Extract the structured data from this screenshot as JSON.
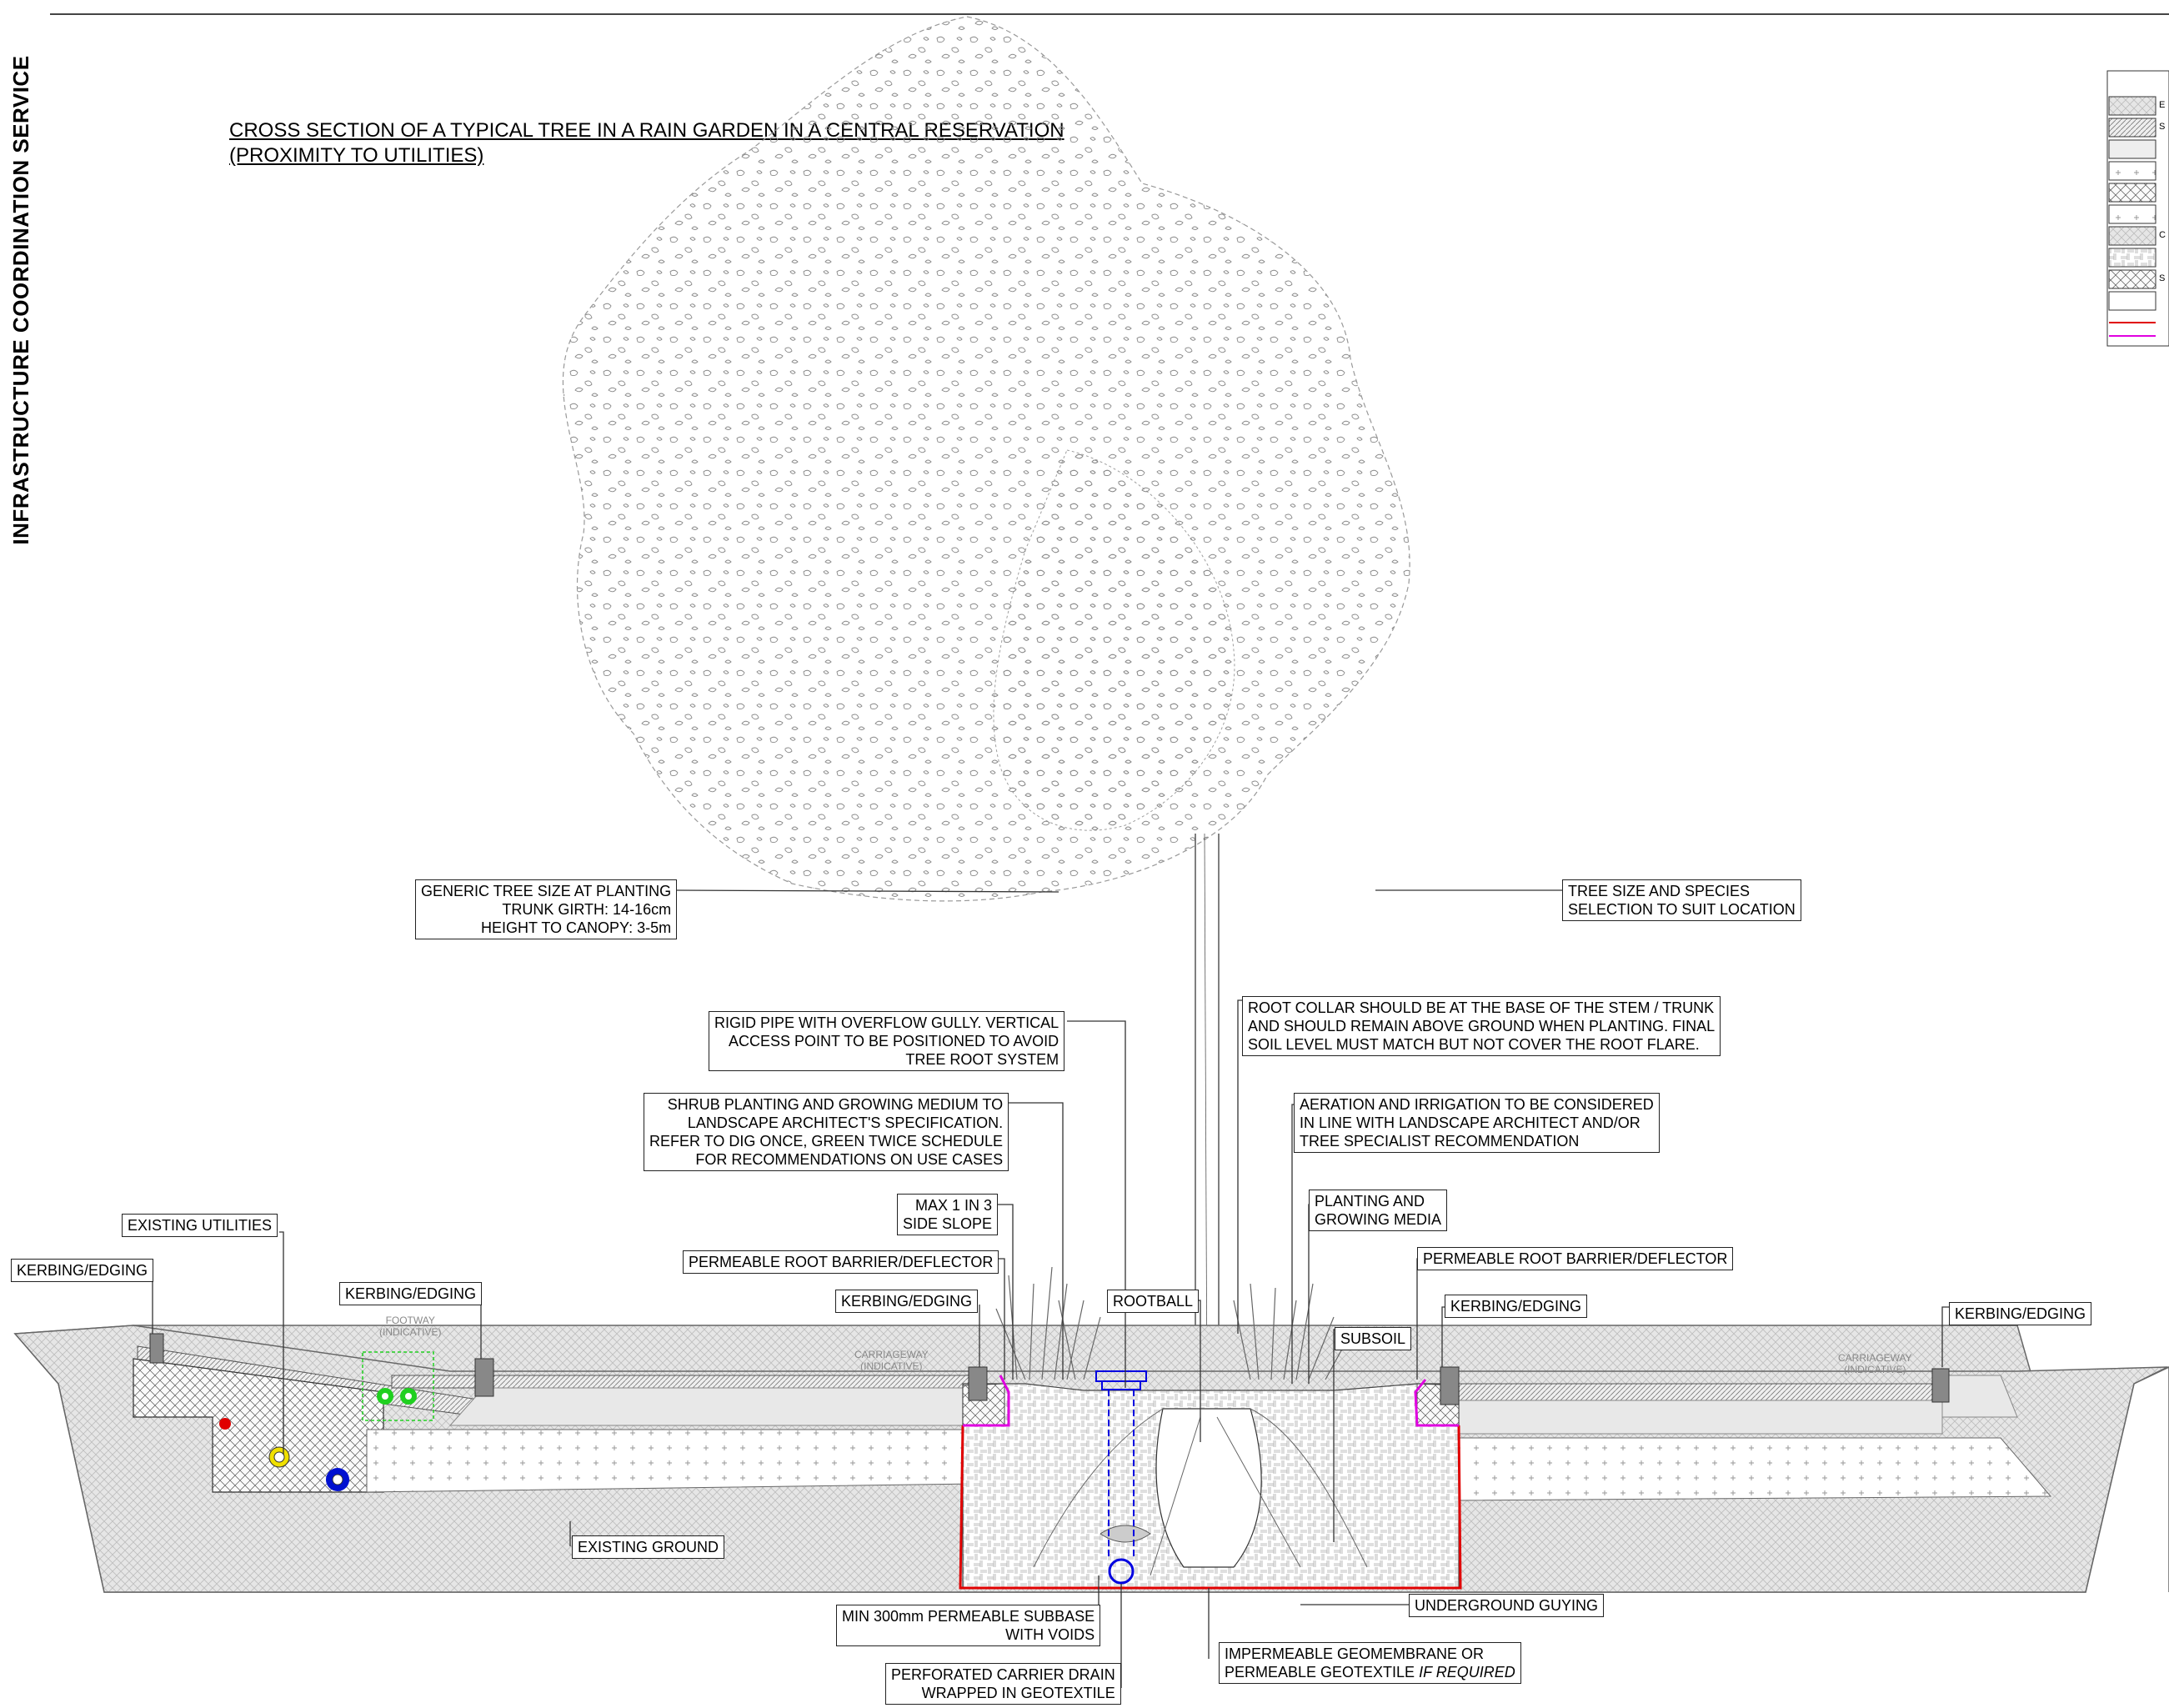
{
  "sheet_title": "INFRASTRUCTURE COORDINATION SERVICE",
  "title": {
    "line1": "CROSS SECTION OF A TYPICAL TREE IN A RAIN GARDEN IN A CENTRAL RESERVATION",
    "line2": "(PROXIMITY TO UTILITIES)"
  },
  "colors": {
    "root_barrier": "#e000e0",
    "geomembrane": "#e00000",
    "drain": "#0000e0",
    "utility_red": "#e00000",
    "utility_yellow": "#f0e000",
    "utility_blue": "#0010d0",
    "utility_green": "#20d020"
  },
  "labels": {
    "generic_tree": [
      "GENERIC TREE SIZE AT PLANTING",
      "TRUNK GIRTH: 14-16cm",
      "HEIGHT TO CANOPY: 3-5m"
    ],
    "tree_size": [
      "TREE SIZE AND SPECIES",
      "SELECTION TO SUIT LOCATION"
    ],
    "rigid_pipe": [
      "RIGID PIPE WITH OVERFLOW GULLY. VERTICAL",
      "ACCESS POINT TO BE POSITIONED TO AVOID",
      "TREE ROOT SYSTEM"
    ],
    "root_collar": [
      "ROOT COLLAR SHOULD BE AT THE BASE OF THE STEM / TRUNK",
      "AND SHOULD REMAIN ABOVE GROUND WHEN PLANTING. FINAL",
      "SOIL LEVEL MUST MATCH BUT NOT COVER THE ROOT FLARE."
    ],
    "shrub_planting": [
      "SHRUB PLANTING AND GROWING MEDIUM TO",
      "LANDSCAPE ARCHITECT'S SPECIFICATION.",
      "REFER TO DIG ONCE, GREEN TWICE SCHEDULE",
      "FOR RECOMMENDATIONS ON USE CASES"
    ],
    "aeration": [
      "AERATION AND IRRIGATION TO BE CONSIDERED",
      "IN LINE WITH LANDSCAPE ARCHITECT AND/OR",
      "TREE SPECIALIST RECOMMENDATION"
    ],
    "max_slope": [
      "MAX 1 IN 3",
      "SIDE SLOPE"
    ],
    "planting_media": [
      "PLANTING AND",
      "GROWING MEDIA"
    ],
    "existing_utilities": "EXISTING UTILITIES",
    "kerbing_1": "KERBING/EDGING",
    "kerbing_2": "KERBING/EDGING",
    "kerbing_3": "KERBING/EDGING",
    "kerbing_4": "KERBING/EDGING",
    "kerbing_5": "KERBING/EDGING",
    "root_barrier_left": "PERMEABLE ROOT BARRIER/DEFLECTOR",
    "root_barrier_right": "PERMEABLE ROOT BARRIER/DEFLECTOR",
    "rootball": "ROOTBALL",
    "subsoil": "SUBSOIL",
    "existing_ground": "EXISTING GROUND",
    "underground_guying": "UNDERGROUND GUYING",
    "subbase": [
      "MIN 300mm PERMEABLE SUBBASE",
      "WITH VOIDS"
    ],
    "geomembrane": [
      "IMPERMEABLE GEOMEMBRANE OR",
      "PERMEABLE GEOTEXTILE",
      "IF REQUIRED"
    ],
    "carrier_drain": [
      "PERFORATED CARRIER DRAIN",
      "WRAPPED IN GEOTEXTILE"
    ],
    "footway": [
      "FOOTWAY",
      "(INDICATIVE)"
    ],
    "carriageway_left": [
      "CARRIAGEWAY",
      "(INDICATIVE)"
    ],
    "carriageway_right": [
      "CARRIAGEWAY",
      "(INDICATIVE)"
    ]
  },
  "legend_letters": [
    "E",
    "S",
    "C",
    "S"
  ]
}
